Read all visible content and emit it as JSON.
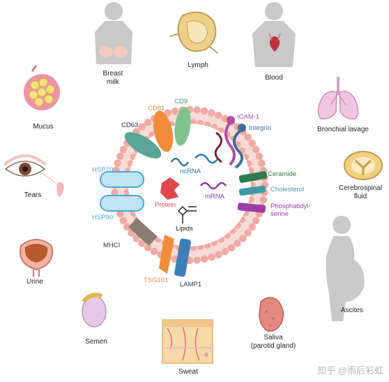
{
  "sources": [
    {
      "id": "breast-milk",
      "label": "Breast\nmilk"
    },
    {
      "id": "lymph",
      "label": "Lymph"
    },
    {
      "id": "blood",
      "label": "Blood"
    },
    {
      "id": "bronchial-lavage",
      "label": "Bronchial lavage"
    },
    {
      "id": "cerebrospinal-fluid",
      "label": "Cerebrospinal\nfluid"
    },
    {
      "id": "ascites",
      "label": "Ascites"
    },
    {
      "id": "saliva",
      "label": "Saliva\n(parotid gland)"
    },
    {
      "id": "sweat",
      "label": "Sweat"
    },
    {
      "id": "semen",
      "label": "Semen"
    },
    {
      "id": "urine",
      "label": "Urine"
    },
    {
      "id": "tears",
      "label": "Tears"
    },
    {
      "id": "mucus",
      "label": "Mucus"
    }
  ],
  "vesicle": {
    "membrane_markers": {
      "cd81": "CD81",
      "cd9": "CD9",
      "cd63": "CD63",
      "icam1": "ICAM-1",
      "integrin": "Integrin",
      "hsp70": "HSP70",
      "hsp90": "HSP90",
      "mhci": "MHCI",
      "tsg101": "TSG101",
      "lamp1": "LAMP1",
      "ceramide": "Ceramide",
      "cholesterol": "Cholesterol",
      "phosphatidylserine": "Phosphatidyl-\nserine"
    },
    "cargo": {
      "ncrna": "ncRNA",
      "mrna": "mRNA",
      "protein": "Protein",
      "lipids": "Lipids"
    }
  },
  "colors": {
    "body_silhouette": "#c8c8c8",
    "membrane_bead": "#f0a9a3",
    "cd81": "#f08c3a",
    "cd9": "#7fc48f",
    "cd63": "#5aa596",
    "icam1": "#b14da5",
    "integrin": "#3f6f9a",
    "hsp": "#49a7d6",
    "mhci": "#8a7d74",
    "tsg101": "#f08c3a",
    "lamp1": "#3f7fb6",
    "ceramide": "#2f7a52",
    "cholesterol": "#3f9aa6",
    "phosphatidylserine": "#9a3fa8",
    "protein": "#e0464a",
    "ncrna": "#2d78b5",
    "mrna": "#8b3fa6"
  },
  "watermark": "知乎 @雨后彩虹"
}
